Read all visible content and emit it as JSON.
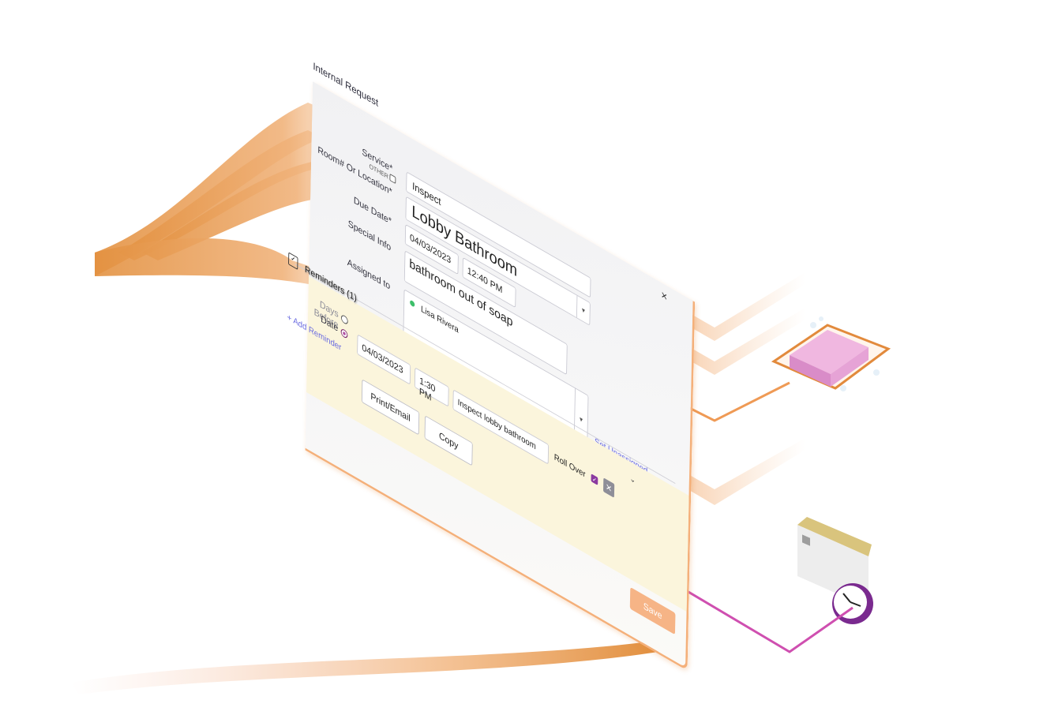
{
  "window": {
    "title": "Internal Request",
    "close_label": "×"
  },
  "form": {
    "service": {
      "label": "Service*",
      "other_label": "OTHER",
      "value": "Inspect"
    },
    "location": {
      "label": "Room# Or Location*",
      "value": "Lobby Bathroom"
    },
    "due_date": {
      "label": "Due Date*",
      "date": "04/03/2023",
      "time": "12:40 PM"
    },
    "special_info": {
      "label": "Special Info",
      "value": "bathroom out of soap"
    },
    "assigned_to": {
      "label": "Assigned to",
      "value": "Lisa Rivera",
      "status": "ACTIVE",
      "status_color": "#3dbf6a",
      "unassign_link": "Set Unassigned"
    }
  },
  "reminders": {
    "header": "Reminders (1)",
    "days_before_label": "Days Before",
    "date_label": "Date",
    "date_selected": true,
    "add_link": "+ Add Reminder",
    "item": {
      "date": "04/03/2023",
      "time": "1:30 PM",
      "message": "Inspect lobby bathroom",
      "roll_over_label": "Roll Over",
      "roll_over_checked": true
    }
  },
  "actions": {
    "print_email": "Print/Email",
    "copy": "Copy",
    "save": "Save"
  },
  "icons": [
    "calendar-check-icon",
    "close-icon",
    "chevron-down-icon",
    "checkbox-icon",
    "remove-reminder-icon",
    "soap-icon",
    "calendar-clock-icon"
  ],
  "colors": {
    "accent_orange": "#e59a52",
    "accent_magenta": "#e01fb8",
    "link_blue": "#6a6be0",
    "reminder_bg": "#fbf5dc"
  }
}
